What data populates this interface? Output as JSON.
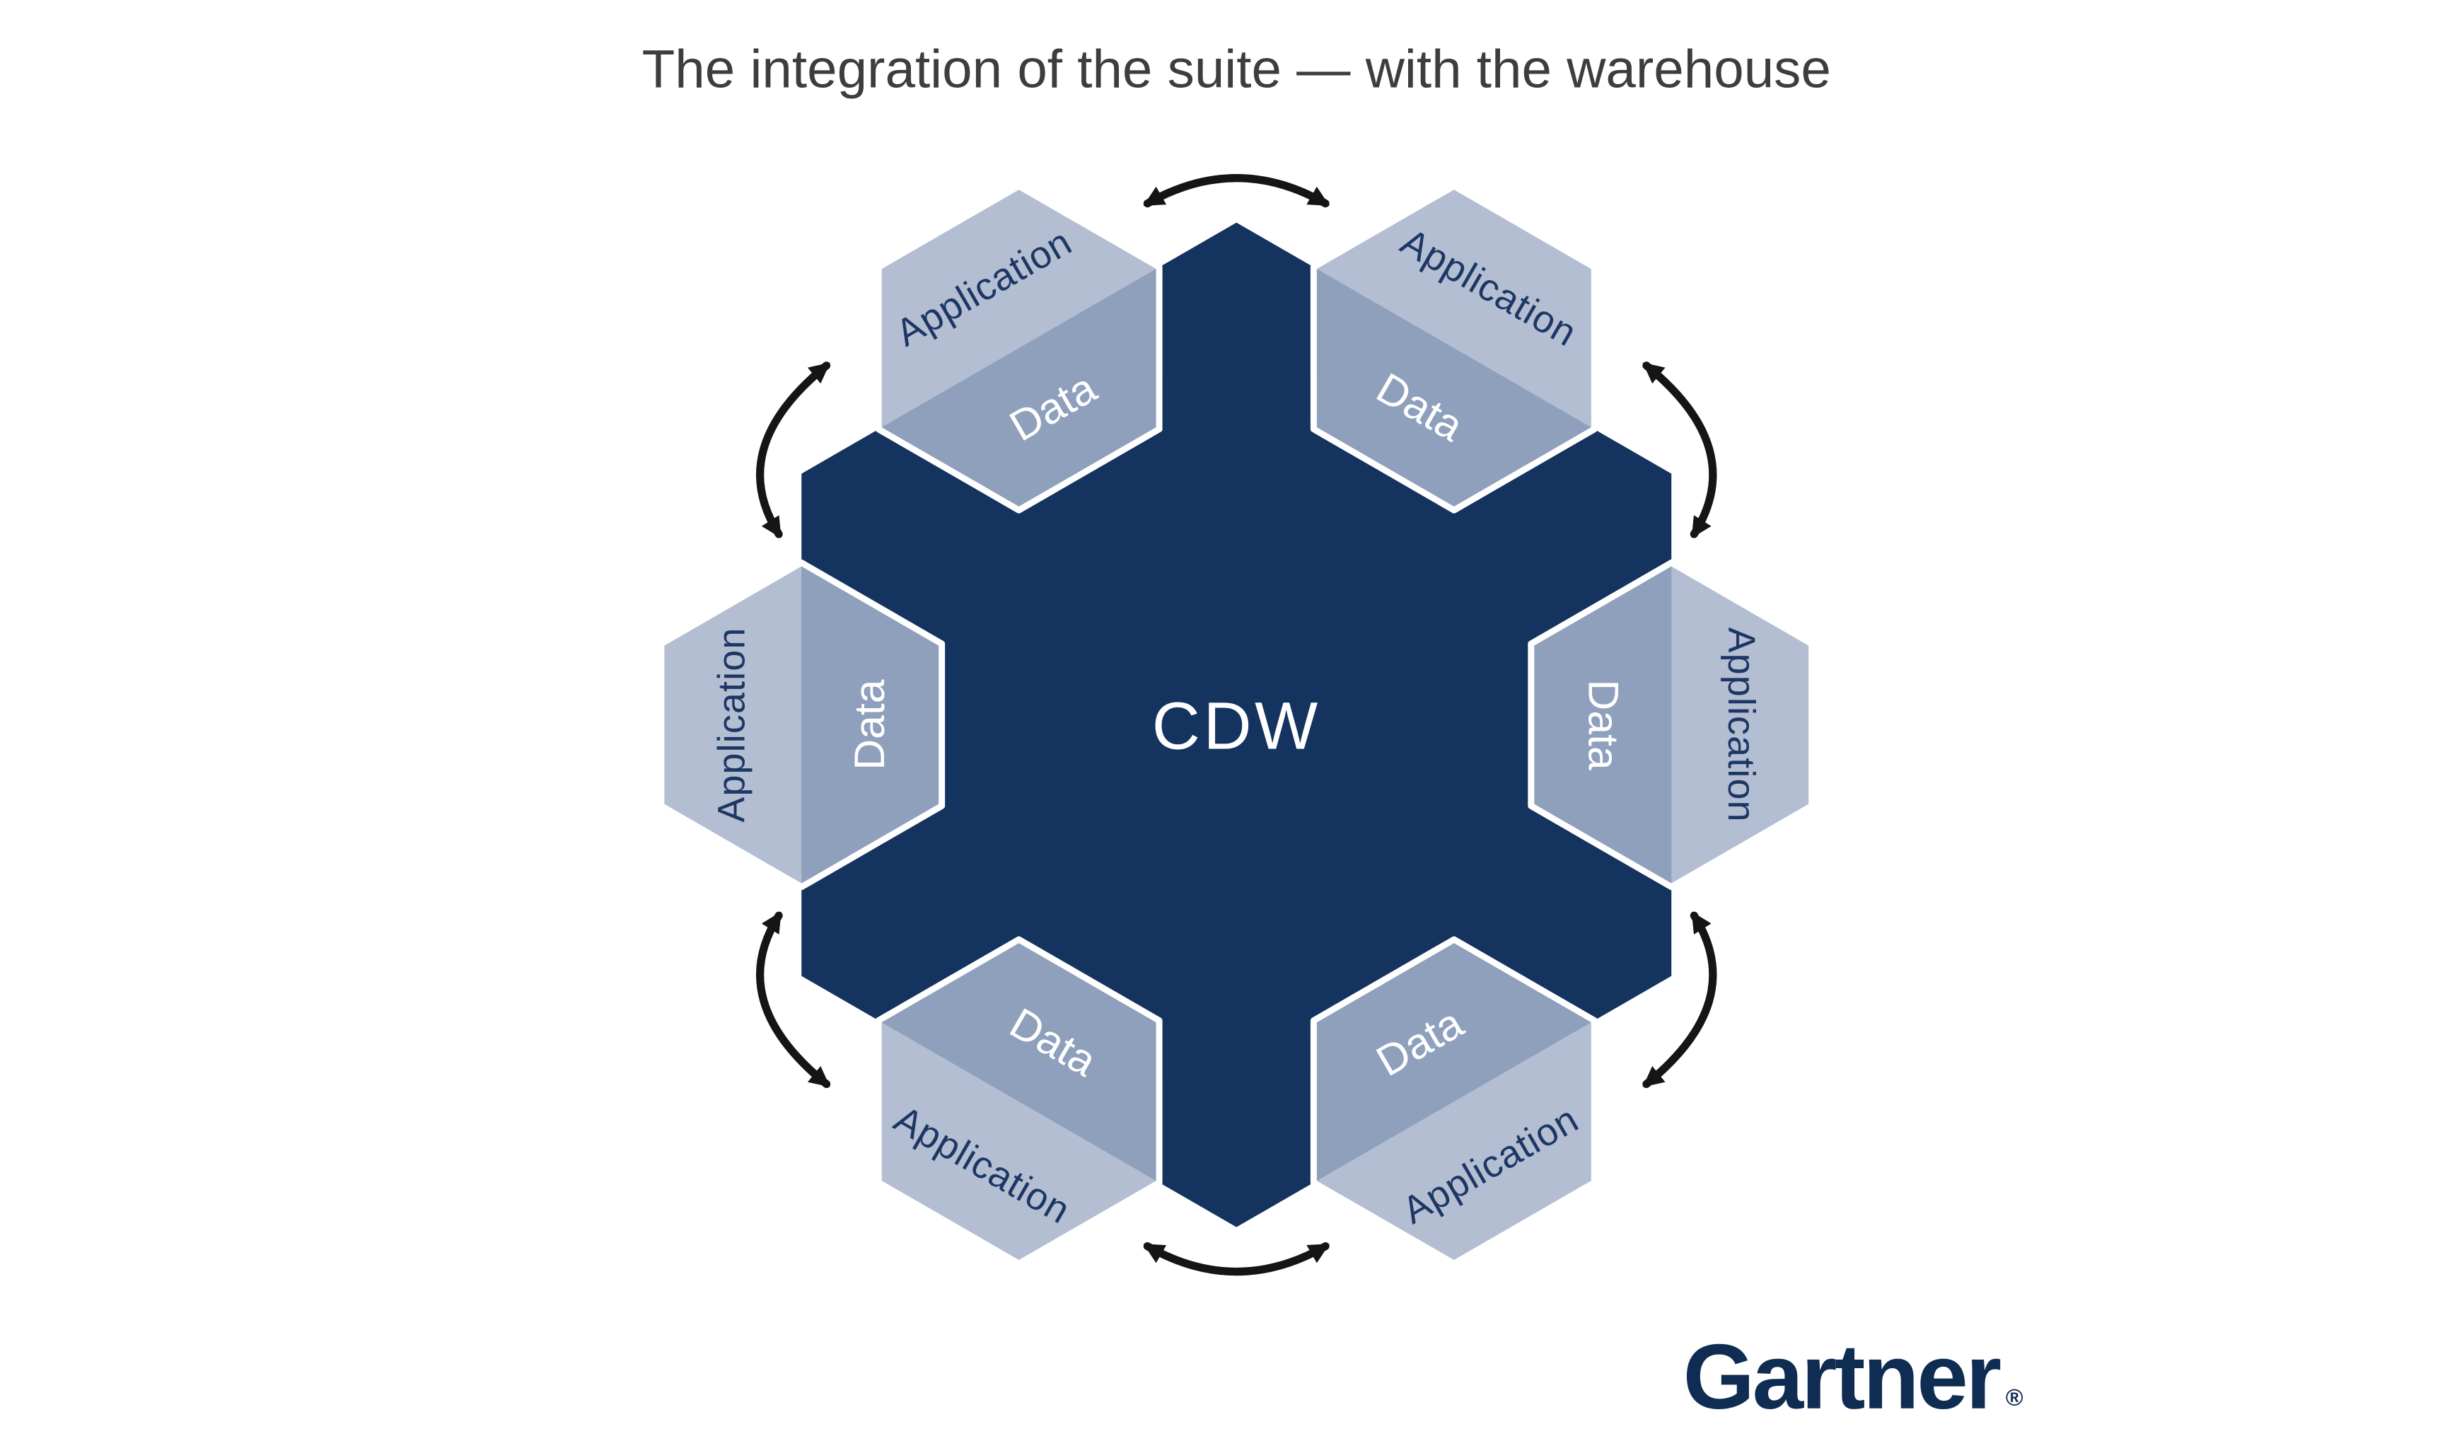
{
  "title": "The integration of the suite — with the warehouse",
  "center": {
    "label": "CDW"
  },
  "hexagons": [
    {
      "position": "top-left",
      "application_label": "Application",
      "data_label": "Data"
    },
    {
      "position": "top-right",
      "application_label": "Application",
      "data_label": "Data"
    },
    {
      "position": "left",
      "application_label": "Application",
      "data_label": "Data"
    },
    {
      "position": "right",
      "application_label": "Application",
      "data_label": "Data"
    },
    {
      "position": "bottom-left",
      "application_label": "Application",
      "data_label": "Data"
    },
    {
      "position": "bottom-right",
      "application_label": "Application",
      "data_label": "Data"
    }
  ],
  "logo": {
    "text": "Gartner",
    "registered_mark": "®"
  },
  "colors": {
    "center_hexagon": "#15335f",
    "application_half": "#b4bed2",
    "data_half": "#8fa0bd",
    "application_text": "#1d3765",
    "data_text": "#ffffff",
    "center_text": "#ffffff",
    "title_text": "#3d3d3d",
    "arrow": "#151515",
    "logo_navy": "#0f2d52"
  }
}
